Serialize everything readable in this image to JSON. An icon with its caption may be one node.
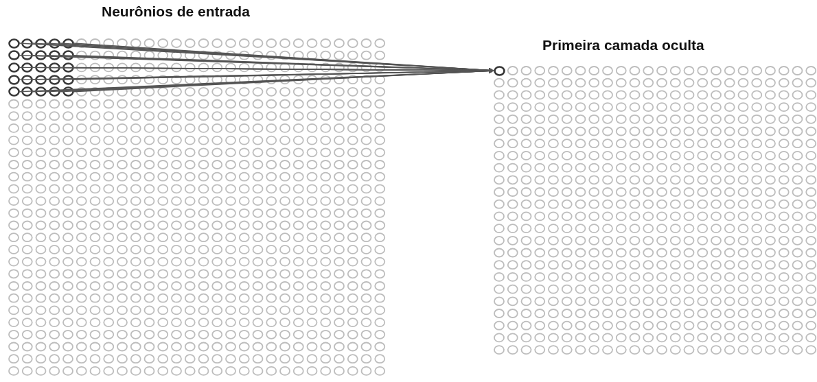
{
  "diagram": {
    "nodes": [
      {
        "text": [
          "Neurônios de entrada"
        ]
      },
      {
        "text": [],
        "shape": "circle",
        "in": 0
      },
      {
        "text": [],
        "shape": "circle",
        "in": 0
      },
      {
        "text": [],
        "shape": "circle",
        "in": 0
      },
      {
        "text": [],
        "shape": "circle",
        "in": 0
      },
      {
        "text": [],
        "shape": "circle",
        "in": 0
      },
      {
        "text": [],
        "shape": "circle",
        "in": 0
      },
      {
        "text": [],
        "shape": "circle",
        "in": 0
      },
      {
        "text": [],
        "shape": "circle",
        "in": 0
      },
      {
        "text": [],
        "shape": "circle",
        "in": 0
      },
      {
        "text": [],
        "shape": "circle",
        "in": 0
      },
      {
        "text": [],
        "shape": "circle",
        "in": 0
      },
      {
        "text": [],
        "shape": "circle",
        "in": 0
      },
      {
        "text": [],
        "shape": "circle",
        "in": 0
      },
      {
        "text": [],
        "shape": "circle",
        "in": 0
      },
      {
        "text": [],
        "shape": "circle",
        "in": 0
      },
      {
        "text": [],
        "shape": "circle",
        "in": 0
      },
      {
        "text": [],
        "shape": "circle",
        "in": 0
      },
      {
        "text": [],
        "shape": "circle",
        "in": 0
      },
      {
        "text": [],
        "shape": "circle",
        "in": 0
      },
      {
        "text": [],
        "shape": "circle",
        "in": 0
      },
      {
        "text": [],
        "shape": "circle",
        "in": 0
      },
      {
        "text": [],
        "shape": "circle",
        "in": 0
      },
      {
        "text": [],
        "shape": "circle",
        "in": 0
      },
      {
        "text": [],
        "shape": "circle",
        "in": 0
      },
      {
        "text": [],
        "shape": "circle",
        "in": 0
      },
      {
        "text": [
          "Primeira camada oculta"
        ]
      },
      {
        "text": [],
        "shape": "circle",
        "in": 26
      }
    ],
    "edges": [
      {
        "from": 1,
        "to": 27,
        "arrow": "to"
      },
      {
        "from": 2,
        "to": 27,
        "arrow": "to"
      },
      {
        "from": 3,
        "to": 27,
        "arrow": "to"
      },
      {
        "from": 4,
        "to": 27,
        "arrow": "to"
      },
      {
        "from": 5,
        "to": 27,
        "arrow": "to"
      },
      {
        "from": 6,
        "to": 27,
        "arrow": "to"
      },
      {
        "from": 7,
        "to": 27,
        "arrow": "to"
      },
      {
        "from": 8,
        "to": 27,
        "arrow": "to"
      },
      {
        "from": 9,
        "to": 27,
        "arrow": "to"
      },
      {
        "from": 10,
        "to": 27,
        "arrow": "to"
      },
      {
        "from": 11,
        "to": 27,
        "arrow": "to"
      },
      {
        "from": 12,
        "to": 27,
        "arrow": "to"
      },
      {
        "from": 13,
        "to": 27,
        "arrow": "to"
      },
      {
        "from": 14,
        "to": 27,
        "arrow": "to"
      },
      {
        "from": 15,
        "to": 27,
        "arrow": "to"
      },
      {
        "from": 16,
        "to": 27,
        "arrow": "to"
      },
      {
        "from": 17,
        "to": 27,
        "arrow": "to"
      },
      {
        "from": 18,
        "to": 27,
        "arrow": "to"
      },
      {
        "from": 19,
        "to": 27,
        "arrow": "to"
      },
      {
        "from": 20,
        "to": 27,
        "arrow": "to"
      },
      {
        "from": 21,
        "to": 27,
        "arrow": "to"
      },
      {
        "from": 22,
        "to": 27,
        "arrow": "to"
      },
      {
        "from": 23,
        "to": 27,
        "arrow": "to"
      },
      {
        "from": 24,
        "to": 27,
        "arrow": "to"
      },
      {
        "from": 25,
        "to": 27,
        "arrow": "to"
      }
    ]
  }
}
